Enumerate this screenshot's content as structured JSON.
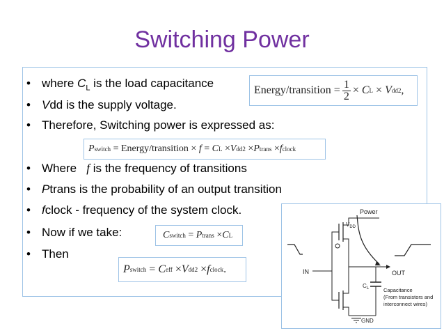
{
  "slide": {
    "title": "Switching Power",
    "bullets": [
      {
        "prefix": "where ",
        "var": "C",
        "sub": "L",
        "rest": " is the load capacitance"
      },
      {
        "var": "V",
        "rest": "dd is the supply voltage."
      },
      {
        "rest": "Therefore, Switching power is expressed as:"
      },
      {
        "prefix": "Where   ",
        "var": "f",
        "rest": " is the frequency of transitions"
      },
      {
        "var": "P",
        "rest": "trans is the probability of an output transition"
      },
      {
        "var": "f",
        "rest": "clock - frequency of the system clock."
      },
      {
        "rest": "Now if we take:"
      },
      {
        "rest": "Then"
      }
    ],
    "bullet_symbol": "•"
  },
  "equations": {
    "energy": {
      "lhs": "Energy/transition",
      "eq": "=",
      "num": "1",
      "den": "2",
      "times": "×",
      "c": "C",
      "c_sub": "L",
      "v": "V",
      "v_sub": "dd",
      "v_sup": "2",
      "tail": ","
    },
    "power": {
      "p": "P",
      "p_sub": "switch",
      "eq1": "= Energy/transition",
      "times": "×",
      "f": "f",
      "eq2": "=",
      "c": "C",
      "c_sub": "L",
      "v": "V",
      "v_sub": "dd",
      "v_sup": "2",
      "pt": "P",
      "pt_sub": "trans",
      "fc": "f",
      "fc_sub": "clock"
    },
    "cswitch": {
      "c": "C",
      "c_sub": "switch",
      "eq": "=",
      "p": "P",
      "p_sub": "trans",
      "times": "×",
      "cl": "C",
      "cl_sub": "L"
    },
    "peff": {
      "p": "P",
      "p_sub": "switch",
      "eq": "=",
      "c": "C",
      "c_sub": "eff",
      "times": "×",
      "v": "V",
      "v_sub": "dd",
      "v_sup": "2",
      "f": "f",
      "f_sub": "clock",
      "tail": "."
    }
  },
  "circuit": {
    "power": "Power",
    "vdd": "V",
    "vdd_sub": "DD",
    "in": "IN",
    "out": "OUT",
    "cl": "C",
    "cl_sub": "L",
    "gnd": "GND",
    "cap_label_1": "Capacitance",
    "cap_label_2": "(From transistors and",
    "cap_label_3": "interconnect wires)"
  }
}
